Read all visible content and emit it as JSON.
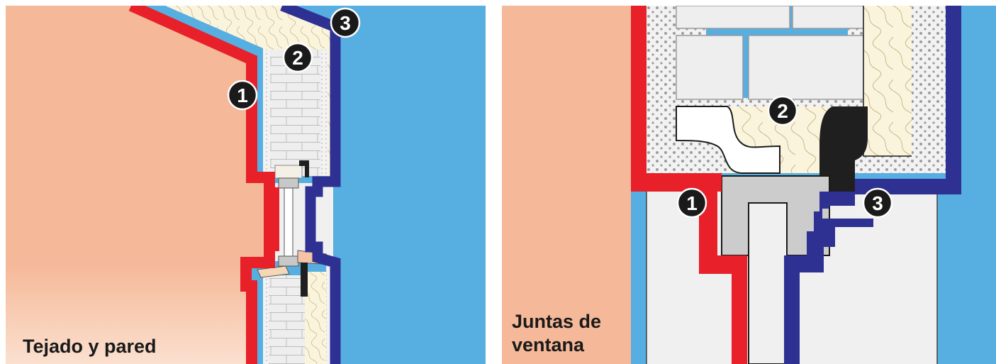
{
  "colors": {
    "interior": "#f5b898",
    "exterior": "#57aee1",
    "seal_inner": "#e8202a",
    "seal_outer": "#2e3192",
    "insulation": "#fbf4dd",
    "brick": "#eeeeee",
    "render": "#d9d9d9",
    "frame": "#cccccc",
    "marker": "#1a1a1a"
  },
  "left_panel": {
    "caption": "Tejado y pared",
    "markers": [
      "1",
      "2",
      "3"
    ]
  },
  "right_panel": {
    "caption_line1": "Juntas de",
    "caption_line2": "ventana",
    "markers": [
      "1",
      "2",
      "3"
    ]
  }
}
